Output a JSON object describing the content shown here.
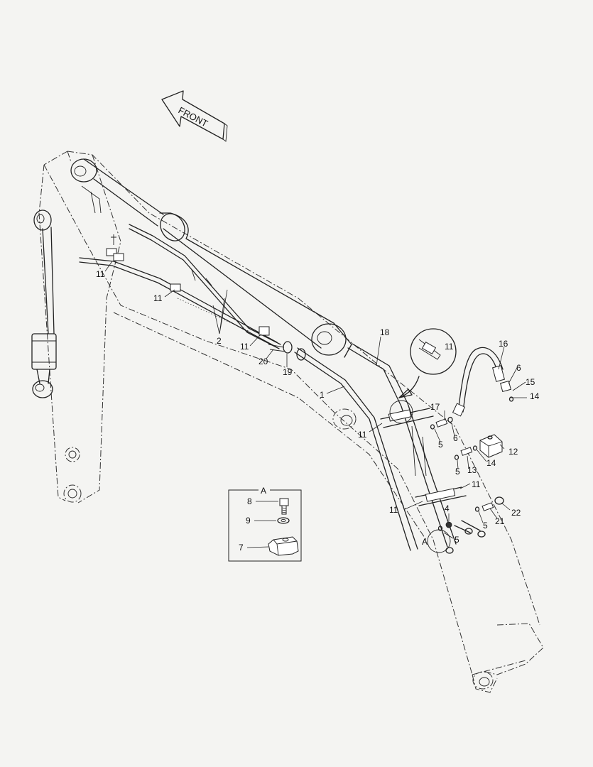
{
  "direction_label": "FRONT",
  "detail_label": "A",
  "callouts": {
    "c1": "1",
    "c2": "2",
    "c4": "4",
    "c5a": "5",
    "c5b": "5",
    "c5c": "5",
    "c5d": "5",
    "c6a": "6",
    "c6b": "6",
    "c7": "7",
    "c8": "8",
    "c9": "9",
    "c11a": "11",
    "c11b": "11",
    "c11c": "11",
    "c11d": "11",
    "c11e": "11",
    "c11f": "11",
    "c11g": "11",
    "c12": "12",
    "c13": "13",
    "c14a": "14",
    "c14b": "14",
    "c15": "15",
    "c16": "16",
    "c17": "17",
    "c18": "18",
    "c19": "19",
    "c20": "20",
    "c21": "21",
    "c22": "22"
  }
}
